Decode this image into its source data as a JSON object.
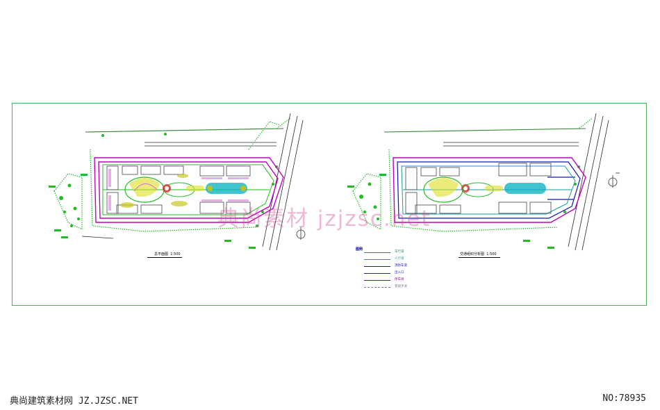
{
  "footer": {
    "site_name": "典尚建筑素材网 JZ.JZSC.NET",
    "number": "NO:78935"
  },
  "watermark": "典尚素材 jzjzsc.net",
  "plans": [
    {
      "caption": "总平面图",
      "scale": "1:500"
    },
    {
      "caption": "交通组织分析图",
      "scale": "1:500"
    }
  ],
  "legend": {
    "title": "图例",
    "items": [
      {
        "label": "车行道",
        "color": "#2e8b57"
      },
      {
        "label": "人行道",
        "color": "#1a9c9c"
      },
      {
        "label": "消防车道",
        "color": "#1010c0"
      },
      {
        "label": "出入口",
        "color": "#2020d0"
      },
      {
        "label": "停车场",
        "color": "#8b008b"
      },
      {
        "label": "景观步道",
        "color": "#7a7a9a"
      }
    ]
  },
  "colors": {
    "frame": "#4caf50",
    "green": "#22bb22",
    "magenta": "#c000c0",
    "cyan": "#00b0c0",
    "dark": "#555555"
  }
}
